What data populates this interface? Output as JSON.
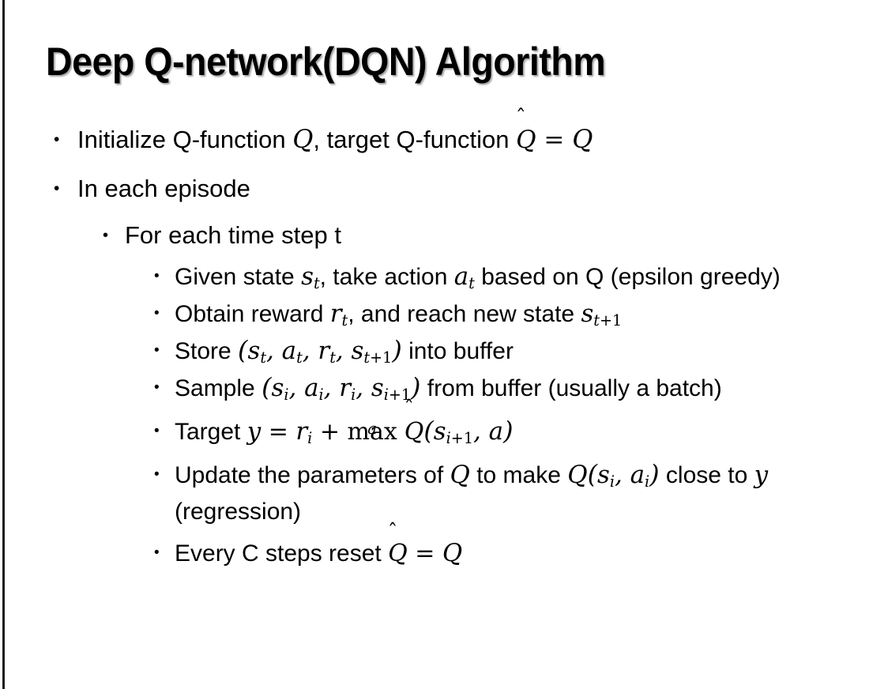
{
  "slide": {
    "title": "Deep Q-network(DQN) Algorithm",
    "background_color": "#ffffff",
    "text_color": "#000000",
    "edge_rule_color": "#1b1b1b"
  },
  "bullets": {
    "b1": {
      "marker": "•",
      "level": 1,
      "pre": "Initialize Q-function ",
      "var_q1": "Q",
      "mid": ", target Q-function ",
      "qhat": "Q",
      "hat": "̂",
      "eq": " = ",
      "var_q2": "Q"
    },
    "b2": {
      "marker": "•",
      "level": 1,
      "text": "In each episode"
    },
    "b3": {
      "marker": "•",
      "level": 2,
      "text": "For each time step t"
    },
    "b4": {
      "marker": "•",
      "level": 3,
      "pre": "Given state ",
      "s": "s",
      "s_sub": "t",
      "mid": ", take action ",
      "a": "a",
      "a_sub": "t",
      "post": " based on Q (epsilon greedy)"
    },
    "b5": {
      "marker": "•",
      "level": 3,
      "pre": "Obtain reward ",
      "r": "r",
      "r_sub": "t",
      "mid": ", and reach new state ",
      "s": "s",
      "s_sub_var": "t",
      "s_sub_plus": "+1"
    },
    "b6": {
      "marker": "•",
      "level": 3,
      "pre": "Store ",
      "paren_open": "(",
      "s": "s",
      "s_sub": "t",
      "comma1": ", ",
      "a": "a",
      "a_sub": "t",
      "comma2": ", ",
      "r": "r",
      "r_sub": "t",
      "comma3": ", ",
      "s2": "s",
      "s2_sub_var": "t",
      "s2_sub_plus": "+1",
      "paren_close": ")",
      "post": " into buffer"
    },
    "b7": {
      "marker": "•",
      "level": 3,
      "pre": "Sample ",
      "paren_open": "(",
      "s": "s",
      "s_sub": "i",
      "comma1": ", ",
      "a": "a",
      "a_sub": "i",
      "comma2": ", ",
      "r": "r",
      "r_sub": "i",
      "comma3": ", ",
      "s2": "s",
      "s2_sub_var": "i",
      "s2_sub_plus": "+1",
      "paren_close": ")",
      "post": " from buffer (usually a batch)"
    },
    "b8": {
      "marker": "•",
      "level": 3,
      "pre": "Target ",
      "y": "y",
      "eq": " = ",
      "r": "r",
      "r_sub": "i",
      "plus": " + ",
      "maxop": "max",
      "maxlim": "a",
      "qhat": "Q",
      "hat": "̂",
      "paren_open": "(",
      "s": "s",
      "s_sub_var": "i",
      "s_sub_plus": "+1",
      "comma": ", ",
      "a": "a",
      "paren_close": ")"
    },
    "b9": {
      "marker": "•",
      "level": 3,
      "pre": "Update the parameters of ",
      "q1": "Q",
      "mid": " to make ",
      "q2": "Q",
      "paren_open": "(",
      "s": "s",
      "s_sub": "i",
      "comma": ", ",
      "a": "a",
      "a_sub": "i",
      "paren_close": ")",
      "post": " close to ",
      "y": "y",
      "tail": " (regression)"
    },
    "b10": {
      "marker": "•",
      "level": 3,
      "pre": "Every C steps reset ",
      "qhat": "Q",
      "hat": "̂",
      "eq": " = ",
      "q": "Q"
    }
  }
}
